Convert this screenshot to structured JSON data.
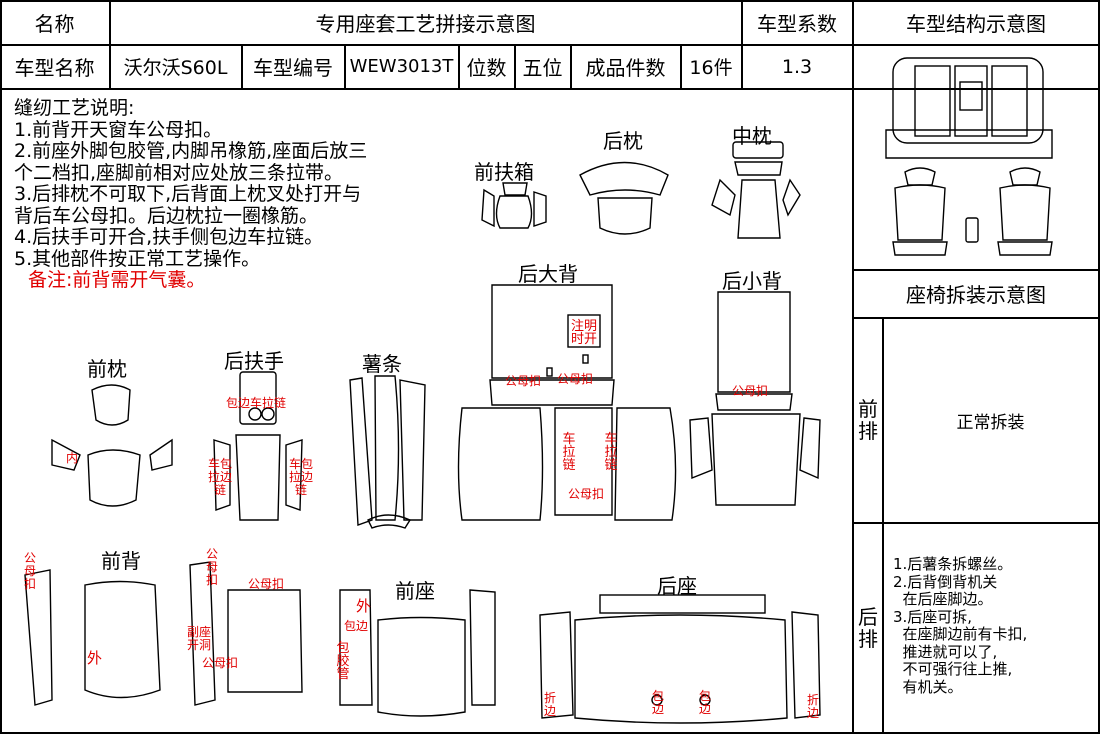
{
  "header": {
    "name_label": "名称",
    "title": "专用座套工艺拼接示意图",
    "coef_label": "车型系数",
    "struct_title": "车型结构示意图"
  },
  "info": {
    "model_name_label": "车型名称",
    "model_name": "沃尔沃S60L",
    "model_code_label": "车型编号",
    "model_code": "WEW3013T",
    "seats_label": "位数",
    "seats": "五位",
    "pieces_label": "成品件数",
    "pieces": "16件",
    "coef": "1.3"
  },
  "notes": {
    "title": "缝纫工艺说明:",
    "items": [
      "1.前背开天窗车公母扣。",
      "2.前座外脚包胶管,内脚吊橡筋,座面后放三",
      "个二档扣,座脚前相对应处放三条拉带。",
      "3.后排枕不可取下,后背面上枕叉处打开与",
      "背后车公母扣。后边枕拉一圈橡筋。",
      "4.后扶手可开合,扶手侧包边车拉链。",
      "5.其他部件按正常工艺操作。"
    ],
    "remark": "备注:前背需开气囊。"
  },
  "parts": {
    "rear_headrest": "后枕",
    "mid_headrest": "中枕",
    "front_box": "前扶箱",
    "rear_big_back": "后大背",
    "rear_small_back": "后小背",
    "front_headrest": "前枕",
    "rear_armrest": "后扶手",
    "strip": "薯条",
    "front_back": "前背",
    "front_seat": "前座",
    "rear_seat": "后座"
  },
  "annotations": {
    "inner": "内",
    "wrap_zip": "包边车拉链",
    "zip_wrap": "车包拉边链",
    "note_open": "注明时开",
    "snap": "公母扣",
    "car_zip": "车拉链",
    "snap_bottom": "公母扣",
    "snap_left": "公母扣",
    "snap_mid": "公母扣",
    "outer": "外",
    "sub_hole": "副座开洞",
    "outer2": "外",
    "wrap_edge": "包边",
    "wrap_tube": "包胶管",
    "fold_edge": "折边",
    "wrap_edge2": "包边",
    "wrap_edge3": "包边"
  },
  "right_panel": {
    "disassembly_title": "座椅拆装示意图",
    "front_row": "前排",
    "front_row_text": "正常拆装",
    "rear_row": "后排",
    "rear_row_text": [
      "1.后薯条拆螺丝。",
      "2.后背倒背机关",
      "  在后座脚边。",
      "3.后座可拆,",
      "  在座脚边前有卡扣,",
      "  推进就可以了,",
      "  不可强行往上推,",
      "  有机关。"
    ]
  },
  "colors": {
    "line": "#000000",
    "annotation": "#e00000"
  }
}
